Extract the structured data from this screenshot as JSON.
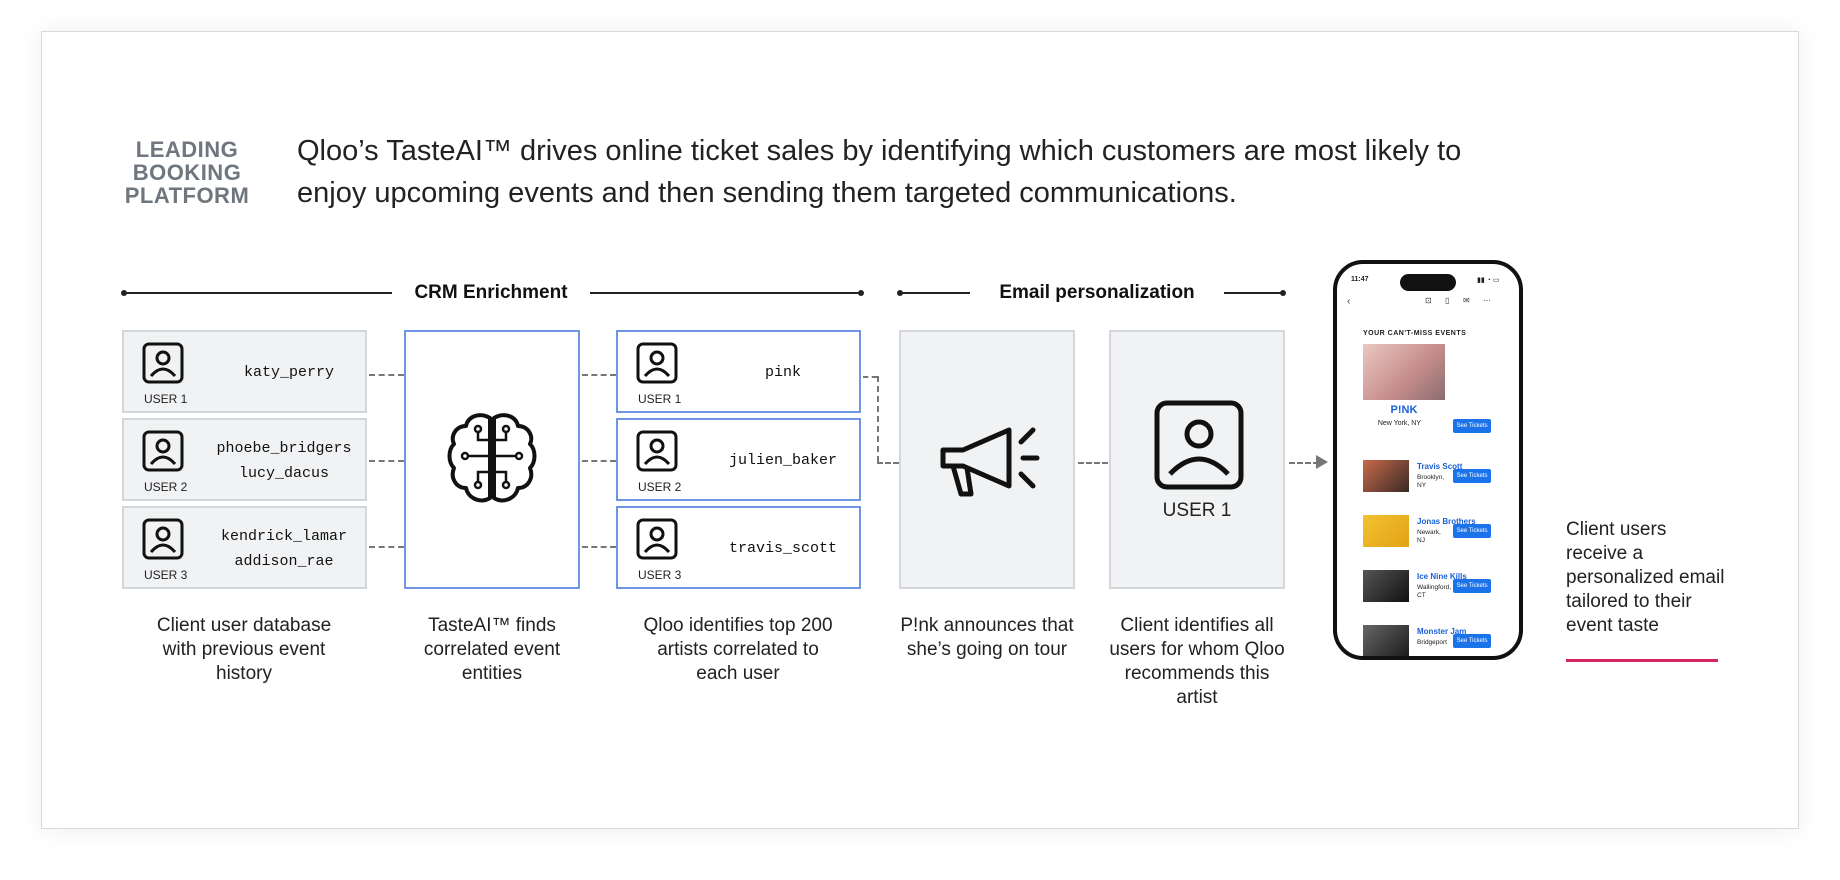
{
  "brand": {
    "line1": "LEADING",
    "line2": "BOOKING",
    "line3": "PLATFORM"
  },
  "headline": "Qloo’s TasteAI™ drives online ticket sales by identifying which customers are most likely to enjoy upcoming events and then sending them targeted communications.",
  "sections": {
    "crm": "CRM Enrichment",
    "email": "Email personalization"
  },
  "users": [
    {
      "label": "USER 1",
      "handles": [
        "katy_perry"
      ]
    },
    {
      "label": "USER 2",
      "handles": [
        "phoebe_bridgers",
        "lucy_dacus"
      ]
    },
    {
      "label": "USER 3",
      "handles": [
        "kendrick_lamar",
        "addison_rae"
      ]
    }
  ],
  "artists": [
    {
      "label": "USER 1",
      "handle": "pink"
    },
    {
      "label": "USER 2",
      "handle": "julien_baker"
    },
    {
      "label": "USER 3",
      "handle": "travis_scott"
    }
  ],
  "target_user": "USER 1",
  "captions": {
    "database": "Client user database with previous event history",
    "tasteai": "TasteAI™ finds correlated event entities",
    "identifies": "Qloo identifies top 200 artists correlated to each user",
    "announce": "P!nk announces that she’s going on tour",
    "clients": "Client identifies all users for whom Qloo recommends this artist",
    "final": "Client users receive a personalized email tailored to their event taste"
  },
  "phone": {
    "time": "11:47",
    "header": "YOUR CAN'T-MISS EVENTS",
    "featured": {
      "name": "P!NK",
      "location": "New York, NY",
      "button": "See Tickets"
    },
    "events": [
      {
        "name": "Travis Scott",
        "location": "Brooklyn, NY",
        "button": "See Tickets"
      },
      {
        "name": "Jonas Brothers",
        "location": "Newark, NJ",
        "button": "See Tickets"
      },
      {
        "name": "Ice Nine Kills",
        "location": "Wallingford, CT",
        "button": "See Tickets"
      },
      {
        "name": "Monster Jam",
        "location": "Bridgeport",
        "button": "See Tickets"
      }
    ]
  },
  "colors": {
    "accent_blue": "#6f96e6",
    "gray_box": "#f1f2f4",
    "pink_rule": "#d6265e",
    "link_blue": "#1a5fd6"
  }
}
